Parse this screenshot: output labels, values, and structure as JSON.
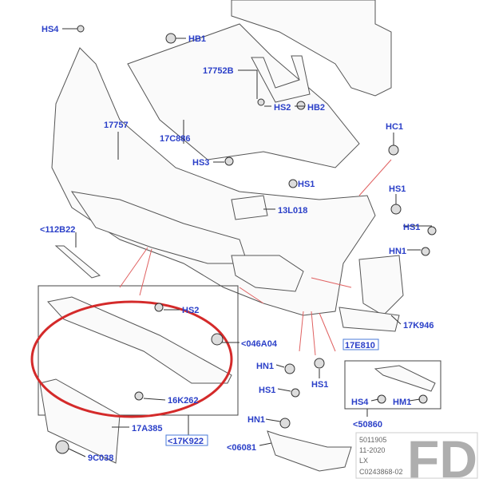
{
  "labels": {
    "hs4_top": "HS4",
    "hb1": "HB1",
    "p17752b": "17752B",
    "hs2_top": "HS2",
    "hb2": "HB2",
    "p17757": "17757",
    "p17c886": "17C886",
    "hc1": "HC1",
    "hs3": "HS3",
    "hs1_a": "HS1",
    "hs1_b": "HS1",
    "p13l018": "13L018",
    "p112b22": "<112B22",
    "hs1_c": "HS1",
    "hn1_a": "HN1",
    "hs2_mid": "HS2",
    "p17k946": "17K946",
    "p046a04": "<046A04",
    "p17e810": "17E810",
    "hn1_b": "HN1",
    "hs1_d": "HS1",
    "hs1_e": "HS1",
    "p16k262": "16K262",
    "hs4_box": "HS4",
    "hm1": "HM1",
    "p17a385": "17A385",
    "hn1_c": "HN1",
    "p50860": "<50860",
    "p17k922": "<17K922",
    "p06081": "<06081",
    "p9c038": "9C038"
  },
  "watermark": {
    "logo": "FD",
    "line1": "5011905",
    "line2": "11-2020",
    "line3": "LX",
    "ref": "C0243868-02"
  },
  "colors": {
    "label": "#2a3fc8",
    "highlight": "#d42a2a",
    "leader_red": "#e06060"
  }
}
